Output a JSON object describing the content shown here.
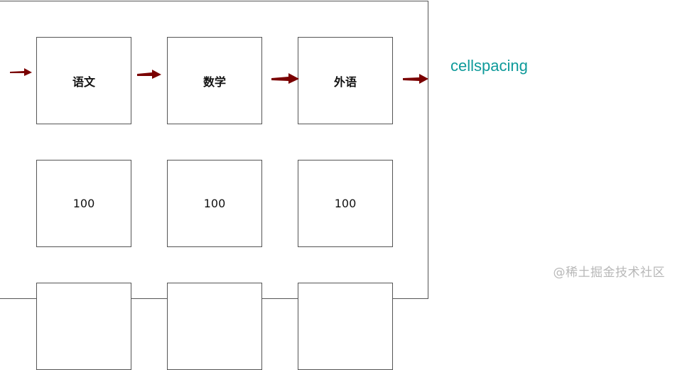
{
  "table": {
    "headers": [
      "语文",
      "数学",
      "外语"
    ],
    "row1": [
      "100",
      "100",
      "100"
    ]
  },
  "caption": "cellspacing",
  "watermark": "@稀土掘金技术社区",
  "colors": {
    "arrow": "#7a0000",
    "caption": "#0e9a9a",
    "border": "#555555",
    "watermark": "#b8b8b8"
  }
}
